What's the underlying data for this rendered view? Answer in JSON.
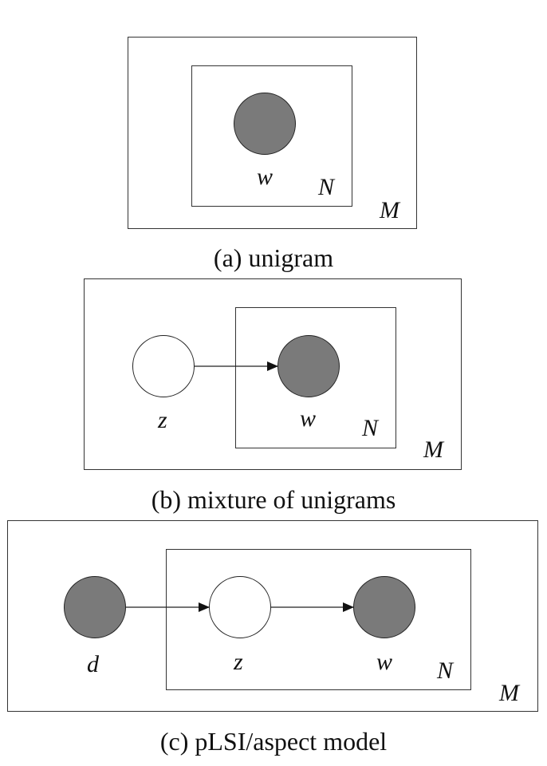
{
  "panels": [
    {
      "caption": "(a) unigram",
      "nodes": {
        "w": "w"
      },
      "plates": {
        "inner": "N",
        "outer": "M"
      }
    },
    {
      "caption": "(b) mixture of unigrams",
      "nodes": {
        "z": "z",
        "w": "w"
      },
      "plates": {
        "inner": "N",
        "outer": "M"
      }
    },
    {
      "caption": "(c) pLSI/aspect model",
      "nodes": {
        "d": "d",
        "z": "z",
        "w": "w"
      },
      "plates": {
        "inner": "N",
        "outer": "M"
      }
    }
  ],
  "colors": {
    "observed": "#7a7a7a",
    "latent": "#ffffff",
    "stroke": "#222222"
  }
}
